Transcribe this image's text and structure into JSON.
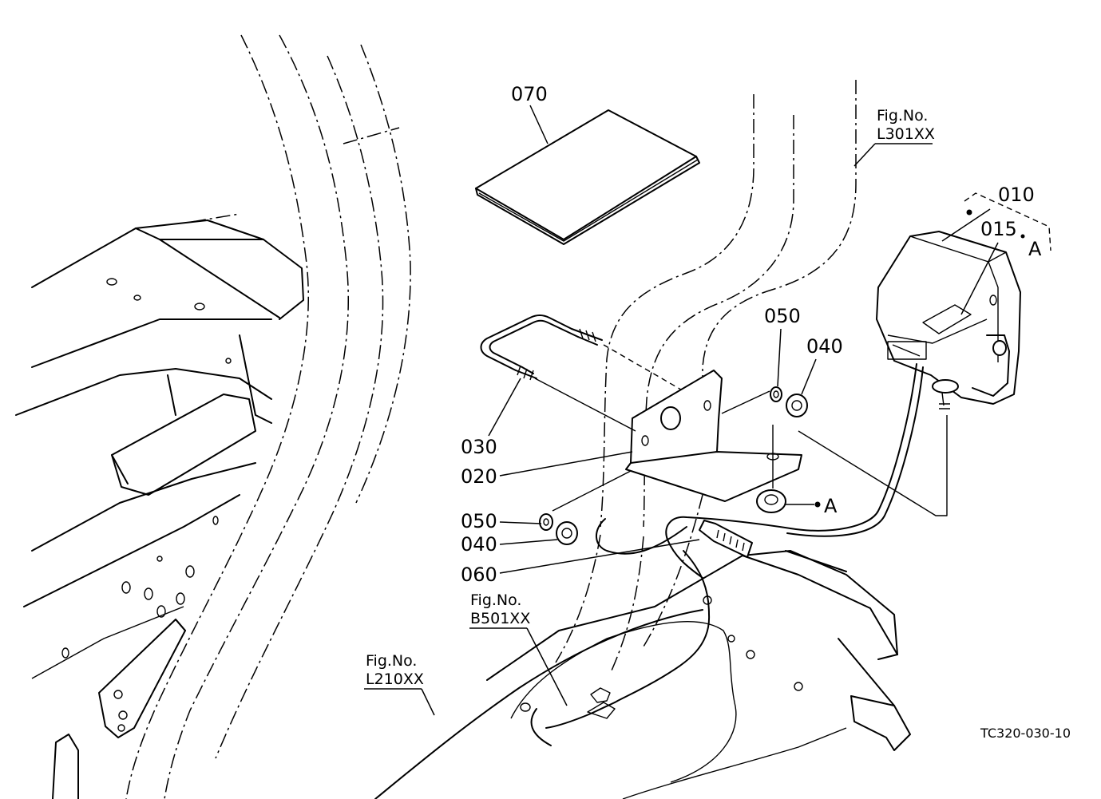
{
  "labels": {
    "p010": "010",
    "p015": "015",
    "p020": "020",
    "p030": "030",
    "p040_top": "040",
    "p040_bottom": "040",
    "p050_top": "050",
    "p050_bottom": "050",
    "p060": "060",
    "p070": "070",
    "ref_a_top": "A",
    "ref_a_bottom": "A"
  },
  "figure_refs": {
    "l301": {
      "line1": "Fig.No.",
      "line2": "L301XX"
    },
    "b501": {
      "line1": "Fig.No.",
      "line2": "B501XX"
    },
    "l210": {
      "line1": "Fig.No.",
      "line2": "L210XX"
    }
  },
  "drawing_code": "TC320-030-10"
}
